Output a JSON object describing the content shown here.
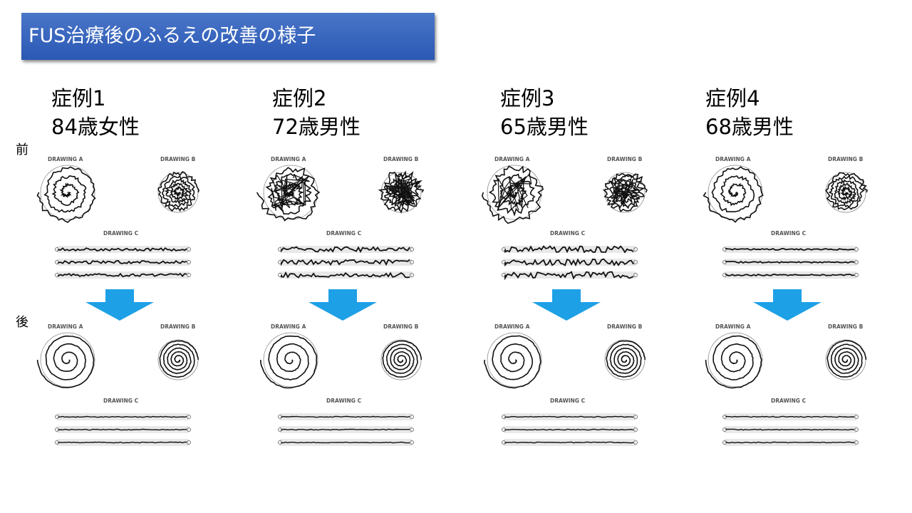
{
  "title": "FUS治療後のふるえの改善の様子",
  "labels": {
    "before": "前",
    "after": "後"
  },
  "drawing_labels": {
    "a": "DRAWING A",
    "b": "DRAWING B",
    "c": "DRAWING C"
  },
  "arrow_color": "#1ea0e6",
  "cases": [
    {
      "name": "症例1",
      "detail": "84歳女性"
    },
    {
      "name": "症例2",
      "detail": "72歳男性"
    },
    {
      "name": "症例3",
      "detail": "65歳男性"
    },
    {
      "name": "症例4",
      "detail": "68歳男性"
    }
  ]
}
